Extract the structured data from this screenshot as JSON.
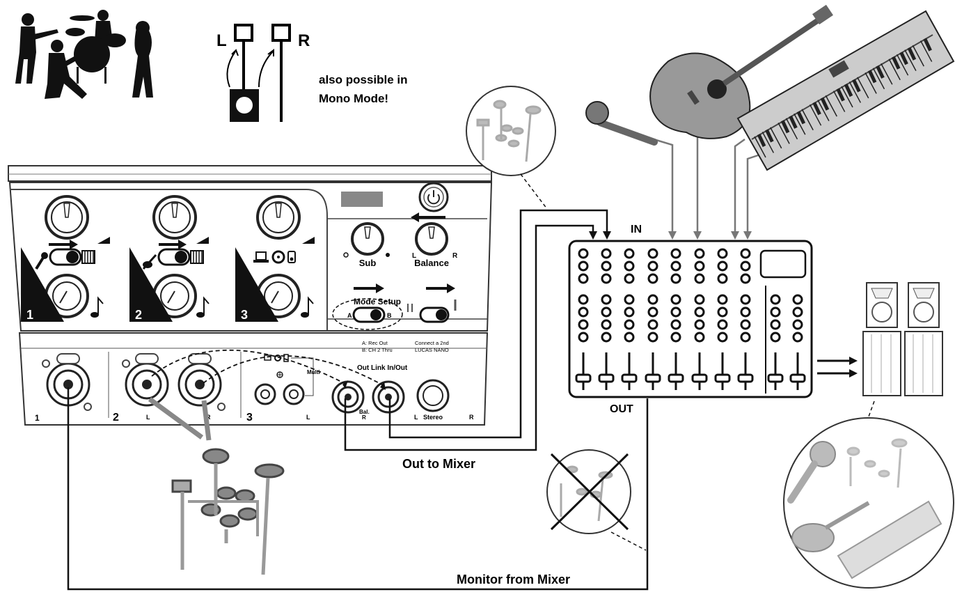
{
  "mono_note": {
    "left": "L",
    "right": "R",
    "line1": "also possible in",
    "line2": "Mono Mode!"
  },
  "unit": {
    "channels": [
      {
        "number": "1"
      },
      {
        "number": "2"
      },
      {
        "number": "3"
      }
    ],
    "knobs": {
      "sub": "Sub",
      "balance": "Balance",
      "bal_left": "L",
      "bal_right": "R"
    },
    "mode_setup": {
      "label": "Mode Setup",
      "a": "A",
      "b": "B"
    },
    "mode_notes": {
      "a_line": "A: Rec Out",
      "b_line": "B: CH 2 Thru",
      "connect_line1": "Connect a 2nd",
      "connect_line2": "LUCAS NANO"
    },
    "rear": {
      "ch1": "1",
      "ch2": "2",
      "ch2_l": "L",
      "ch2_r": "R",
      "ch3": "3",
      "ch3_l": "L",
      "multi": "Multi",
      "out_link": "Out Link In/Out",
      "bal": "Bal.",
      "bal_r": "R",
      "stereo_l": "L",
      "stereo": "Stereo",
      "stereo_r": "R"
    }
  },
  "mixer": {
    "in_label": "IN",
    "out_label": "OUT"
  },
  "labels": {
    "out_to_mixer": "Out to Mixer",
    "monitor_from_mixer": "Monitor from Mixer"
  },
  "icons": [
    "band-silhouette-icon",
    "guitar-icon",
    "acoustic-guitar-icon",
    "microphone-icon",
    "keyboard-icon",
    "drum-kit-icon",
    "speaker-icon",
    "laptop-icon",
    "cd-icon",
    "ipod-icon",
    "power-icon",
    "note-icon",
    "crossed-out-drum-icon"
  ]
}
